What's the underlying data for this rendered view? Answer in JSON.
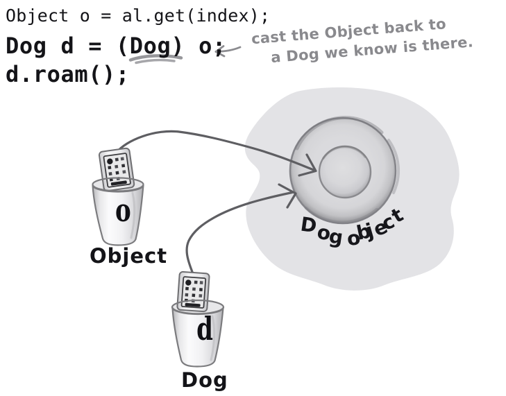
{
  "code": {
    "line1": "Object o = al.get(index);",
    "line2": "Dog d = (Dog) o;",
    "line3": "d.roam();"
  },
  "annotation": {
    "line1": "cast the Object back to",
    "line2": "a Dog we know is there."
  },
  "diagram": {
    "object_reference": {
      "var_label": "o",
      "type_label": "Object"
    },
    "dog_reference": {
      "var_label": "d",
      "type_label": "Dog"
    },
    "dog_object": {
      "label": "Dog object"
    }
  },
  "colors": {
    "ink": "#141418",
    "handwriting_gray": "#7f7f84",
    "underline_gray": "#97979b",
    "wire_gray": "#5e5e62",
    "blob_gray": "#e3e3e6",
    "ring_gray": "#8d8d91",
    "cup_outline_gray": "#7b7b7e"
  }
}
